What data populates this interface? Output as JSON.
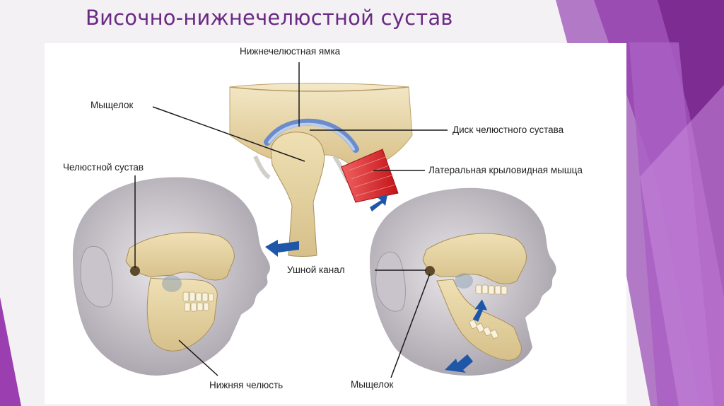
{
  "slide": {
    "title": "Височно-нижнечелюстной сустав"
  },
  "diagram": {
    "labels": {
      "mandibular_fossa": "Нижнечелюстная ямка",
      "condyle_top": "Мыщелок",
      "joint_disc": "Диск челюстного сустава",
      "jaw_joint": "Челюстной сустав",
      "lateral_pterygoid": "Латеральная крыловидная мышца",
      "ear_canal": "Ушной канал",
      "lower_jaw": "Нижняя челюсть",
      "condyle_bottom": "Мыщелок"
    }
  },
  "colors": {
    "title": "#6a2a83",
    "purple_dark": "#7b2d8e",
    "purple_mid": "#9b3fb0",
    "purple_light": "#b56bd0",
    "bone": "#e8d7a8",
    "muscle": "#e0252b",
    "arrow": "#1f57a8",
    "disc": "#7f9ed3"
  }
}
